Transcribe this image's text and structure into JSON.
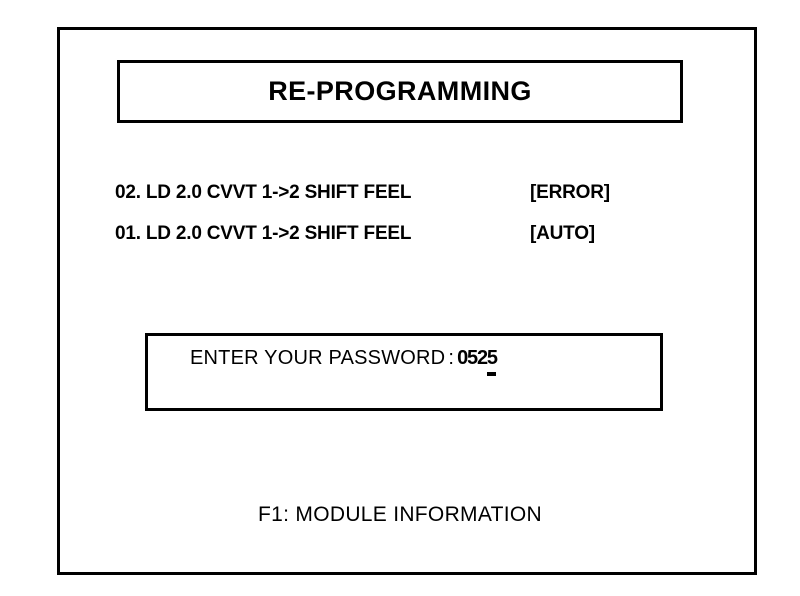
{
  "screen": {
    "background_color": "#FFFFFF",
    "foreground_color": "#000000"
  },
  "title": {
    "text": "RE-PROGRAMMING"
  },
  "module_list": {
    "items": [
      {
        "index": "02.",
        "label": "02. LD 2.0 CVVT 1->2 SHIFT FEEL",
        "description": "LD 2.0 CVVT 1->2 SHIFT FEEL",
        "status": "[ERROR]"
      },
      {
        "index": "01.",
        "label": "01. LD 2.0 CVVT 1->2 SHIFT FEEL",
        "description": "LD 2.0 CVVT 1->2 SHIFT FEEL",
        "status": "[AUTO]"
      }
    ]
  },
  "password": {
    "label": "ENTER YOUR PASSWORD",
    "separator": ":",
    "value": "0525",
    "value_head": "052",
    "value_cursor_char": "5"
  },
  "footer": {
    "hint": "F1:  MODULE INFORMATION"
  }
}
